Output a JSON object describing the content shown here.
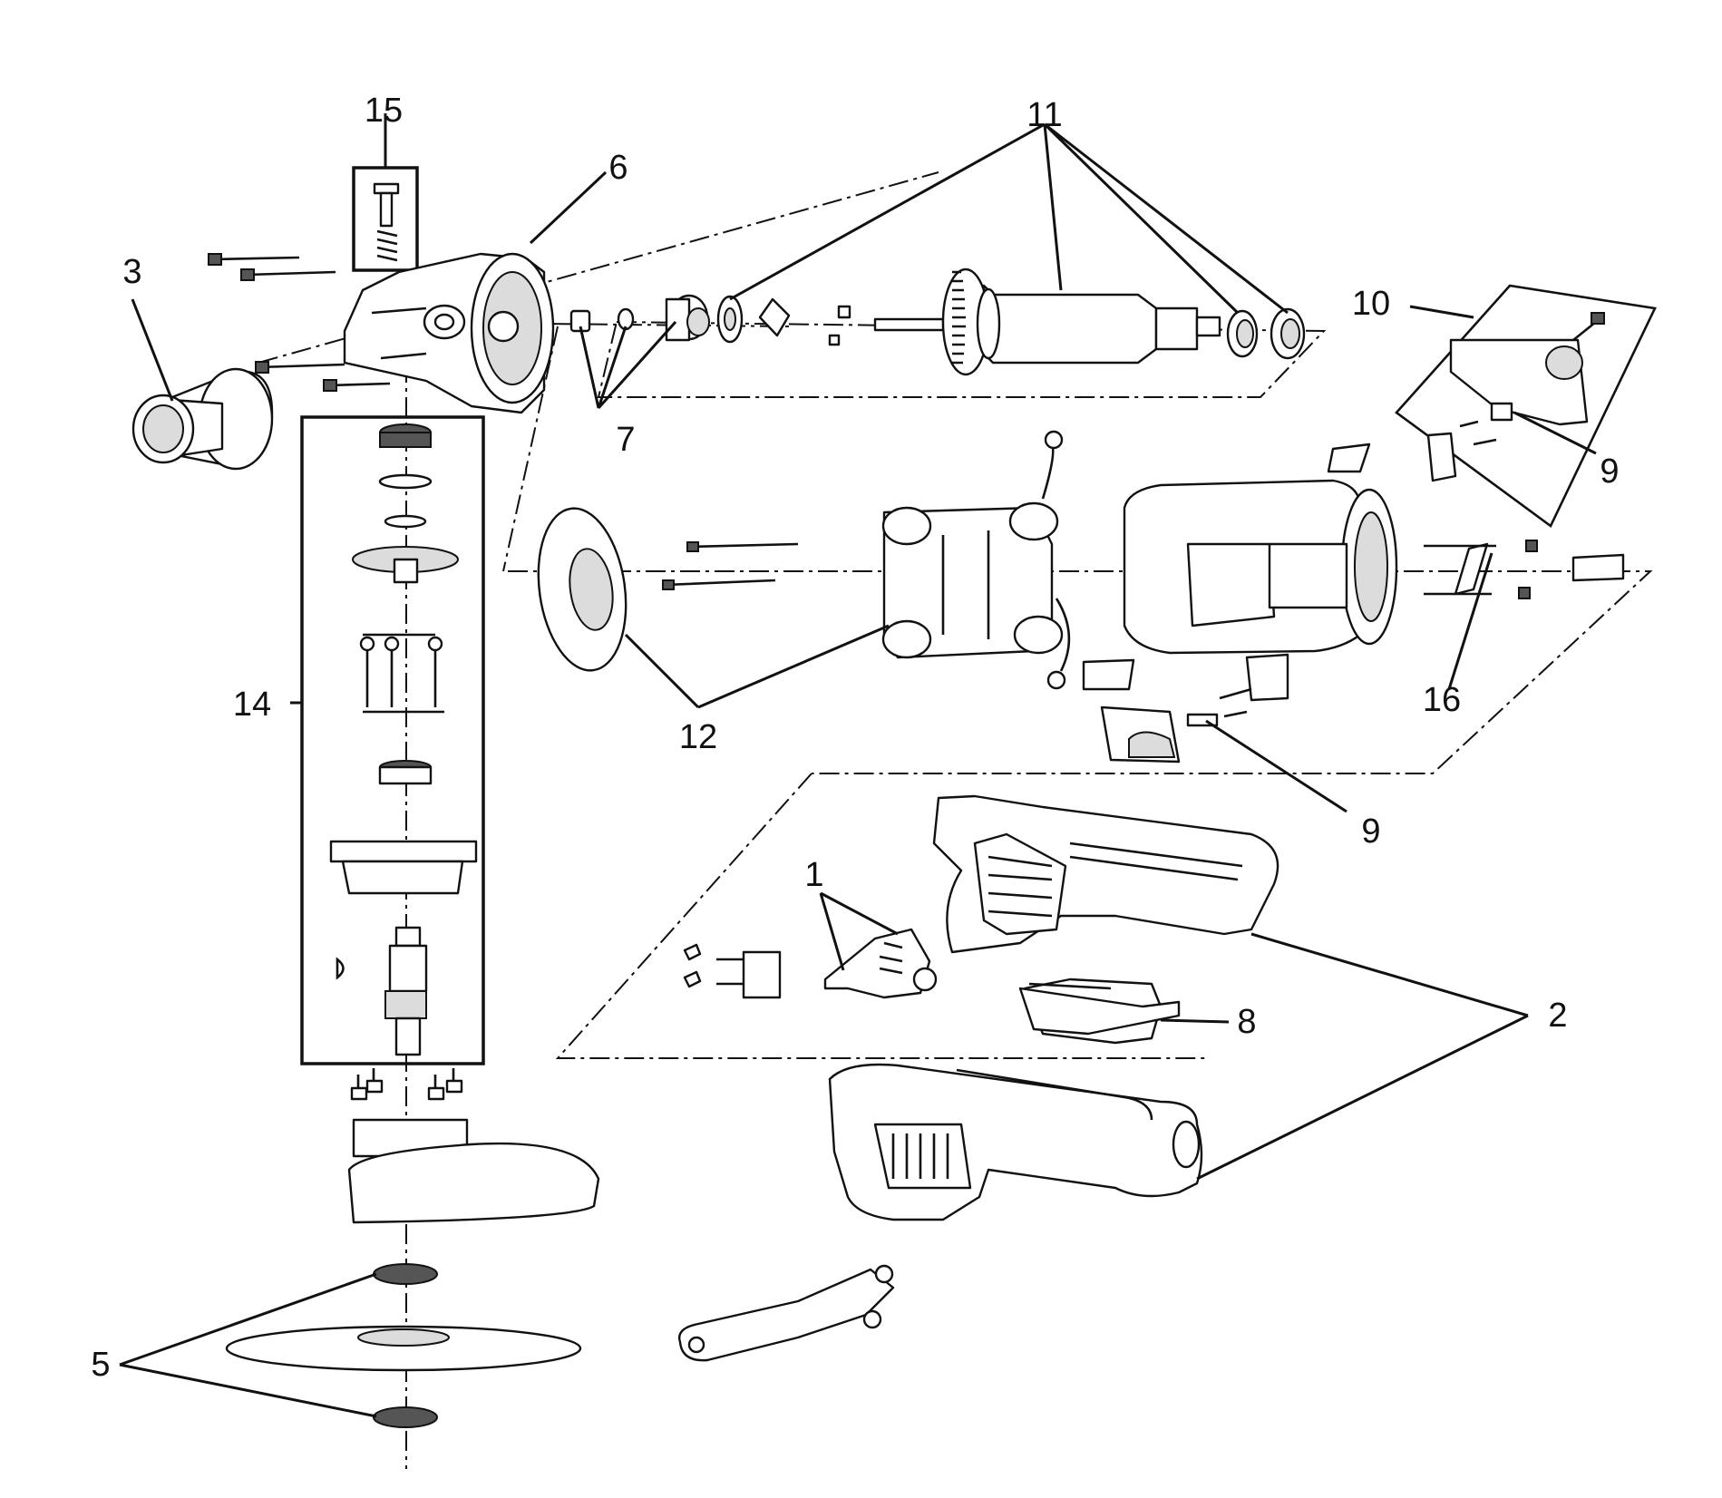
{
  "diagram": {
    "type": "exploded-parts-view",
    "callouts": [
      {
        "id": "c1",
        "text": "1"
      },
      {
        "id": "c2",
        "text": "2"
      },
      {
        "id": "c3",
        "text": "3"
      },
      {
        "id": "c5",
        "text": "5"
      },
      {
        "id": "c6",
        "text": "6"
      },
      {
        "id": "c7",
        "text": "7"
      },
      {
        "id": "c8",
        "text": "8"
      },
      {
        "id": "c9a",
        "text": "9"
      },
      {
        "id": "c9b",
        "text": "9"
      },
      {
        "id": "c10",
        "text": "10"
      },
      {
        "id": "c11",
        "text": "11"
      },
      {
        "id": "c12",
        "text": "12"
      },
      {
        "id": "c14",
        "text": "14"
      },
      {
        "id": "c15",
        "text": "15"
      },
      {
        "id": "c16",
        "text": "16"
      }
    ]
  },
  "colors": {
    "line": "#111111",
    "background": "#ffffff",
    "shade": "#dcdcdc"
  }
}
